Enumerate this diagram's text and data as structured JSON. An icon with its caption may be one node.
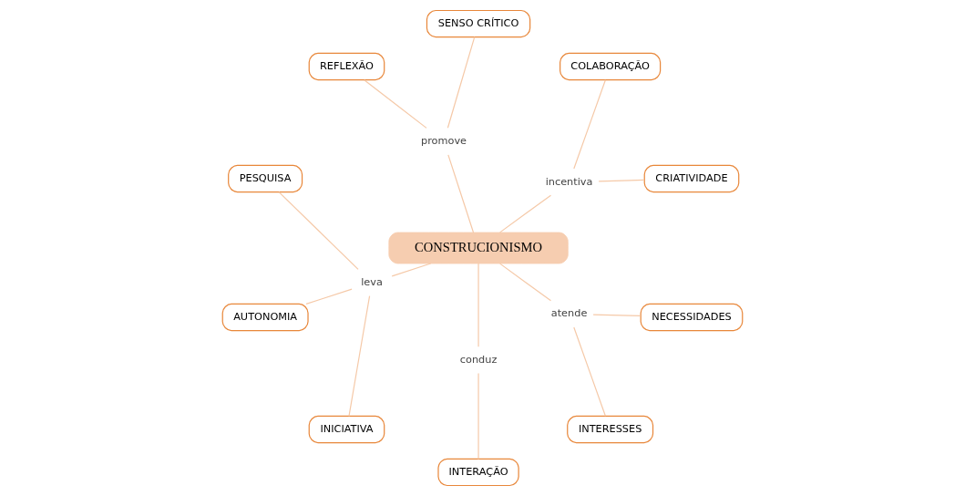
{
  "diagram": {
    "nodes": [
      {
        "text": [
          "CRIATIVIDADE"
        ]
      },
      {
        "text": [
          "COLABORAÇÃO"
        ]
      },
      {
        "text": [
          "SENSO CRÍTICO"
        ]
      },
      {
        "text": [
          "incentiva"
        ]
      },
      {
        "text": [
          "promove"
        ]
      },
      {
        "text": [
          "REFLEXÃO"
        ]
      },
      {
        "text": [
          "PESQUISA"
        ]
      },
      {
        "text": [
          "CONSTRUCIONISMO"
        ]
      },
      {
        "text": [
          "AUTONOMIA"
        ]
      },
      {
        "text": [
          "leva"
        ]
      },
      {
        "text": [
          "conduz"
        ]
      },
      {
        "text": [
          "INTERAÇÃO"
        ]
      },
      {
        "text": [
          "INICIATIVA"
        ]
      },
      {
        "text": [
          "atende"
        ]
      },
      {
        "text": [
          "INTERESSES"
        ]
      },
      {
        "text": [
          "NECESSIDADES"
        ]
      }
    ],
    "edges": [
      {
        "from": 7,
        "to": 3,
        "arrow": "none"
      },
      {
        "from": 3,
        "to": 0,
        "arrow": "none"
      },
      {
        "from": 3,
        "to": 1,
        "arrow": "none"
      },
      {
        "from": 7,
        "to": 4,
        "arrow": "none"
      },
      {
        "from": 4,
        "to": 2,
        "arrow": "none"
      },
      {
        "from": 4,
        "to": 5,
        "arrow": "none"
      },
      {
        "from": 7,
        "to": 9,
        "arrow": "none"
      },
      {
        "from": 9,
        "to": 6,
        "arrow": "none"
      },
      {
        "from": 9,
        "to": 8,
        "arrow": "none"
      },
      {
        "from": 9,
        "to": 12,
        "arrow": "none"
      },
      {
        "from": 7,
        "to": 10,
        "arrow": "none"
      },
      {
        "from": 10,
        "to": 11,
        "arrow": "none"
      },
      {
        "from": 7,
        "to": 13,
        "arrow": "none"
      },
      {
        "from": 13,
        "to": 14,
        "arrow": "none"
      },
      {
        "from": 13,
        "to": 15,
        "arrow": "none"
      }
    ]
  }
}
